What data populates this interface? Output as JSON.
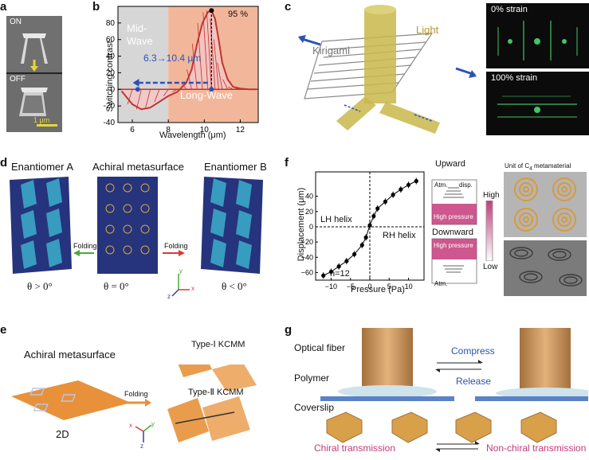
{
  "panel_labels": [
    "a",
    "b",
    "c",
    "d",
    "f",
    "e",
    "g"
  ],
  "panel_a": {
    "on": "ON",
    "off": "OFF",
    "scale": "1 μm"
  },
  "panel_b": {
    "region_mid": "Mid-\nWave",
    "region_mid_l1": "Mid-",
    "region_mid_l2": "Wave",
    "region_long": "Long-Wave",
    "percent": "95 %",
    "shift": "6.3→10.4 μm",
    "xlabel": "Wavelength (μm)",
    "ylabel": "Switching contrast"
  },
  "chart_data": {
    "type": "area",
    "title": "",
    "xlabel": "Wavelength (μm)",
    "ylabel": "Switching contrast",
    "xlim": [
      5.2,
      13
    ],
    "ylim": [
      -40,
      100
    ],
    "xticks": [
      6,
      8,
      10,
      12
    ],
    "yticks": [
      -40,
      -20,
      0,
      20,
      40,
      60,
      80
    ],
    "series": [
      {
        "x": [
          5.4,
          6.0,
          6.5,
          7.0,
          7.5,
          8.0,
          8.5,
          9.0,
          9.3,
          9.6,
          9.9,
          10.2,
          10.4,
          10.6,
          10.8,
          11.0,
          11.3,
          11.6,
          12.0,
          12.5,
          12.9
        ],
        "values": [
          -2,
          -18,
          -24,
          -22,
          -15,
          -8,
          -3,
          8,
          24,
          55,
          80,
          93,
          95,
          85,
          60,
          32,
          12,
          3,
          1,
          0,
          0
        ]
      }
    ],
    "annotations": [
      "95 %",
      "6.3→10.4 μm",
      "Mid-Wave",
      "Long-Wave"
    ]
  },
  "panel_c": {
    "kirigami": "Kirigami",
    "light": "Light",
    "strain0": "0% strain",
    "strain100": "100% strain"
  },
  "panel_d": {
    "enantiomer_a": "Enantiomer A",
    "achiral": "Achiral metasurface",
    "enantiomer_b": "Enantiomer B",
    "folding_left": "Folding",
    "folding_right": "Folding",
    "theta_a": "θ > 0°",
    "theta_0": "θ = 0°",
    "theta_b": "θ < 0°",
    "axis_x": "x",
    "axis_y": "y",
    "axis_z": "z"
  },
  "panel_e": {
    "achiral": "Achiral metasurface",
    "folding": "Folding",
    "twod": "2D",
    "type1": "Type-Ⅰ KCMM",
    "type2": "Type-Ⅱ KCMM",
    "axis_x": "x",
    "axis_y": "y",
    "axis_z": "z"
  },
  "panel_f": {
    "lh": "LH helix",
    "rh": "RH helix",
    "n": "n=12",
    "ylabel": "Displacement (μm)",
    "xlabel": "Pressure (Pa)",
    "upward": "Upward",
    "downward": "Downward",
    "atm": "Atm.",
    "disp": "disp.",
    "high_pressure": "High pressure",
    "high": "High",
    "low": "Low",
    "unit_title_pre": "Unit of C",
    "unit_sub": "4",
    "unit_title_post": " metamaterial",
    "xticks": [
      "−10",
      "−5",
      "0",
      "5",
      "10"
    ],
    "yticks": [
      "40",
      "20",
      "0",
      "−20",
      "−40",
      "−60"
    ]
  },
  "panel_f_data": {
    "x": [
      -12,
      -10,
      -8,
      -6,
      -4,
      -2,
      -1,
      0,
      1,
      2,
      4,
      6,
      8,
      10,
      12
    ],
    "y": [
      -64,
      -59,
      -52,
      -45,
      -36,
      -24,
      -14,
      2,
      14,
      24,
      33,
      42,
      49,
      55,
      60
    ]
  },
  "panel_g": {
    "fiber": "Optical fiber",
    "polymer": "Polymer",
    "coverslip": "Coverslip",
    "compress": "Compress",
    "release": "Release",
    "chiral": "Chiral transmission",
    "nonchiral": "Non-chiral transmission"
  }
}
